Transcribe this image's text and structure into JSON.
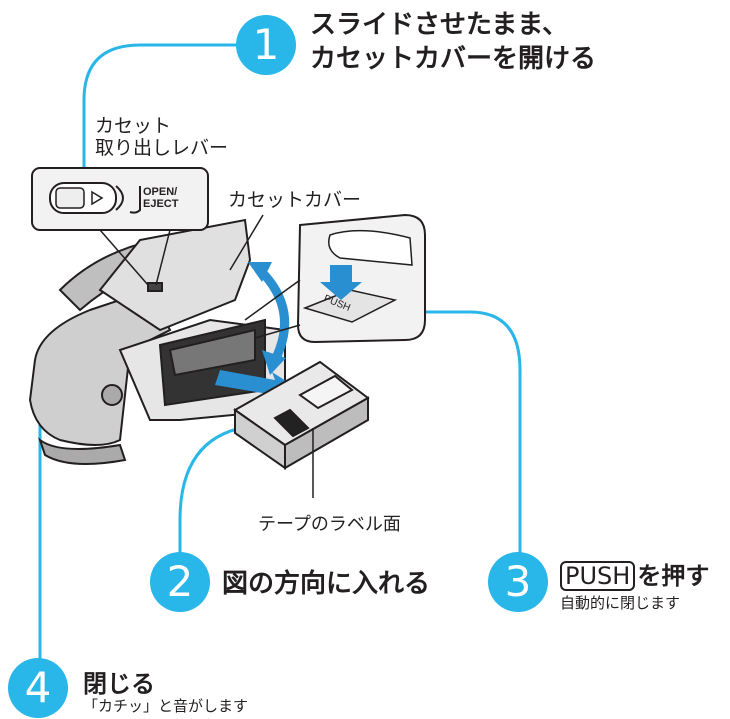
{
  "steps": [
    {
      "number": "1",
      "title_line1": "スライドさせたまま、",
      "title_line2": "カセットカバーを開ける"
    },
    {
      "number": "2",
      "title": "図の方向に入れる"
    },
    {
      "number": "3",
      "button_label": "PUSH",
      "title_suffix": "を押す",
      "note": "自動的に閉じます"
    },
    {
      "number": "4",
      "title": "閉じる",
      "note": "「カチッ」と音がします"
    }
  ],
  "labels": {
    "lever_line1": "カセット",
    "lever_line2": "取り出しレバー",
    "cover": "カセットカバー",
    "tape_face": "テープのラベル面",
    "inset_open_eject_1": "OPEN/",
    "inset_open_eject_2": "EJECT",
    "inset_push": "PUSH"
  },
  "colors": {
    "accent": "#29b6e8",
    "arrow": "#2a8fd0",
    "text": "#231f20"
  }
}
